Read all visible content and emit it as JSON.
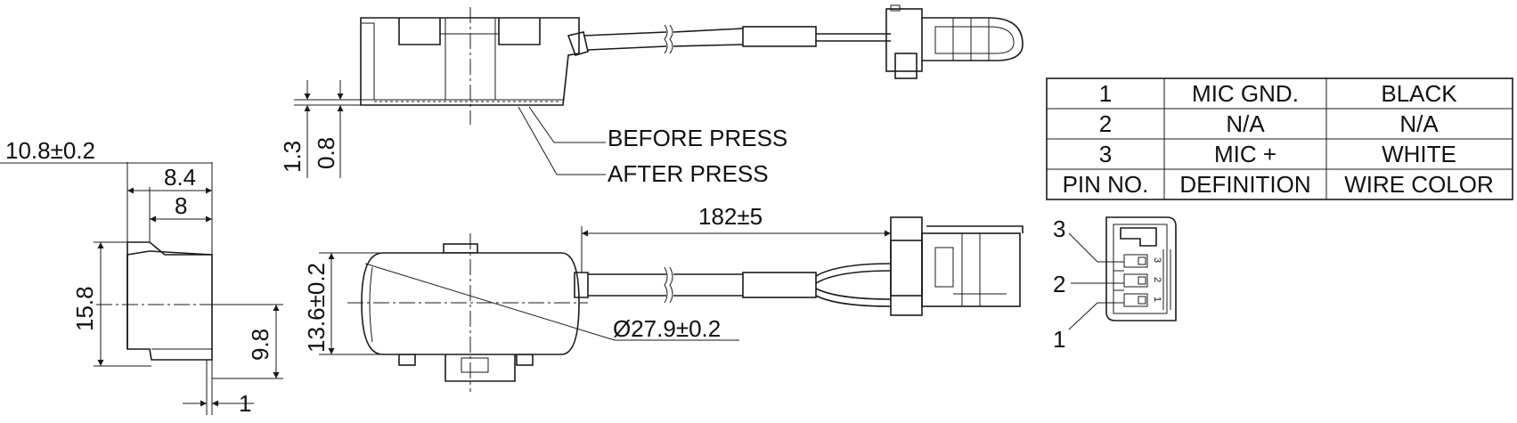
{
  "dimensions": {
    "width_overall": "10.8±0.2",
    "width_8_4": "8.4",
    "width_8": "8",
    "height_15_8": "15.8",
    "height_9_8": "9.8",
    "thickness_1": "1",
    "travel_1_3": "1.3",
    "travel_0_8": "0.8",
    "height_13_6": "13.6±0.2",
    "diameter": "Ø27.9±0.2",
    "cable_length": "182±5"
  },
  "callouts": {
    "before_press": "BEFORE PRESS",
    "after_press": "AFTER PRESS"
  },
  "pin_table": {
    "rows": [
      [
        "1",
        "MIC GND.",
        "BLACK"
      ],
      [
        "2",
        "N/A",
        "N/A"
      ],
      [
        "3",
        "MIC +",
        "WHITE"
      ],
      [
        "PIN NO.",
        "DEFINITION",
        "WIRE COLOR"
      ]
    ]
  },
  "connector": {
    "pin_labels": [
      "3",
      "2",
      "1"
    ],
    "pin_marks": [
      "3",
      "2",
      "1"
    ]
  }
}
